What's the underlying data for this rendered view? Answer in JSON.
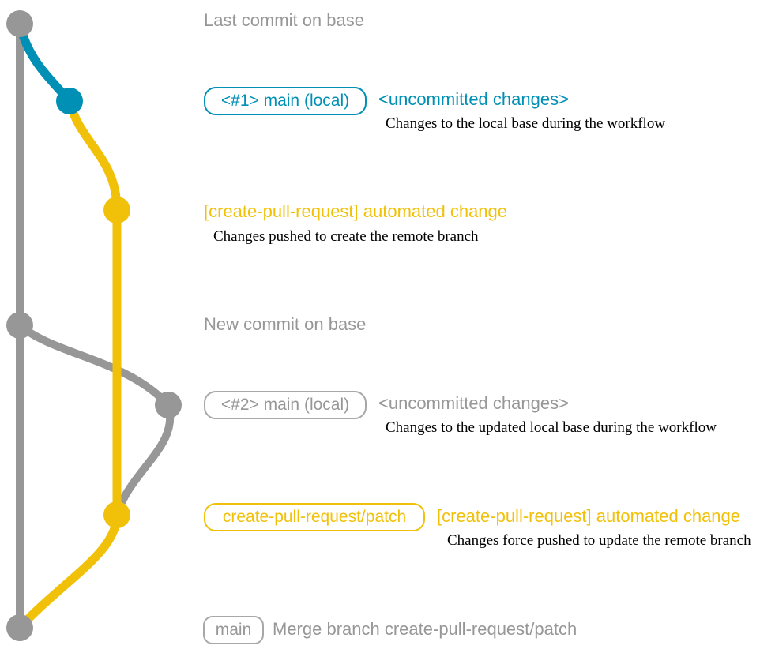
{
  "colors": {
    "gray": "#979797",
    "blue": "#008fb5",
    "yellow": "#f1c109",
    "caption": "#000000",
    "background": "#ffffff"
  },
  "rows": {
    "last_commit": {
      "label": "Last commit on base"
    },
    "commit1": {
      "badge": "<#1> main (local)",
      "message": "<uncommitted changes>",
      "caption": "Changes to the local base during the workflow"
    },
    "push1": {
      "message": "[create-pull-request] automated change",
      "caption": "Changes pushed to create the remote branch"
    },
    "new_commit": {
      "label": "New commit on base"
    },
    "commit2": {
      "badge": "<#2> main (local)",
      "message": "<uncommitted changes>",
      "caption": "Changes to the updated local base during the workflow"
    },
    "push2": {
      "badge": "create-pull-request/patch",
      "message": "[create-pull-request] automated change",
      "caption": "Changes force pushed to update the remote branch"
    },
    "merge": {
      "badge": "main",
      "message": "Merge branch create-pull-request/patch"
    }
  }
}
